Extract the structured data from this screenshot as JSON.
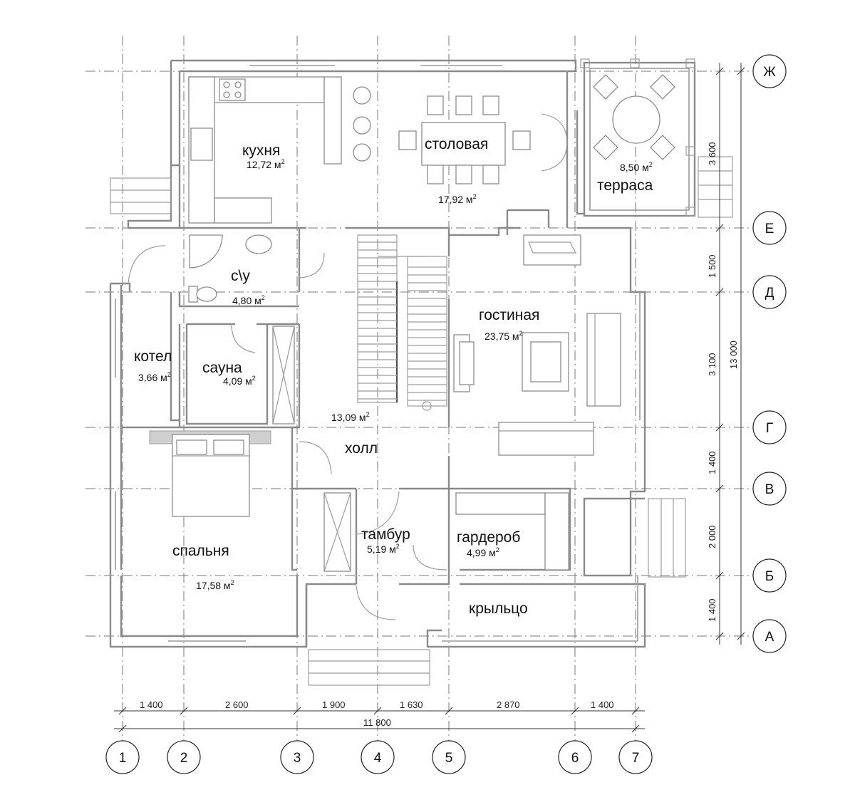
{
  "rooms": {
    "kitchen": {
      "name": "кухня",
      "area": "12,72 м"
    },
    "dining": {
      "name": "столовая",
      "area": "17,92 м"
    },
    "terrace": {
      "name": "терраса",
      "area": "8,50 м"
    },
    "bathroom": {
      "name": "с\\у",
      "area": "4,80 м"
    },
    "living": {
      "name": "гостиная",
      "area": "23,75 м"
    },
    "boiler": {
      "name": "котел",
      "area": "3,66 м"
    },
    "sauna": {
      "name": "сауна",
      "area": "4,09 м"
    },
    "hall": {
      "name": "холл",
      "area": "13,09 м"
    },
    "bedroom": {
      "name": "спальня",
      "area": "17,58 м"
    },
    "vestibule": {
      "name": "тамбур",
      "area": "5,19 м"
    },
    "wardrobe": {
      "name": "гардероб",
      "area": "4,99 м"
    },
    "porch": {
      "name": "крыльцо"
    }
  },
  "area_unit_sup": "2",
  "axes_vertical": [
    "1",
    "2",
    "3",
    "4",
    "5",
    "6",
    "7"
  ],
  "axes_horizontal": [
    "Ж",
    "Е",
    "Д",
    "Г",
    "В",
    "Б",
    "А"
  ],
  "dims_horizontal": [
    "1 400",
    "2 600",
    "1 900",
    "1 630",
    "2 870",
    "1 400"
  ],
  "dim_total_horizontal": "11 800",
  "dims_vertical": [
    "3 600",
    "1 500",
    "3 100",
    "1 400",
    "2 000",
    "1 400"
  ],
  "dim_total_vertical": "13 000"
}
